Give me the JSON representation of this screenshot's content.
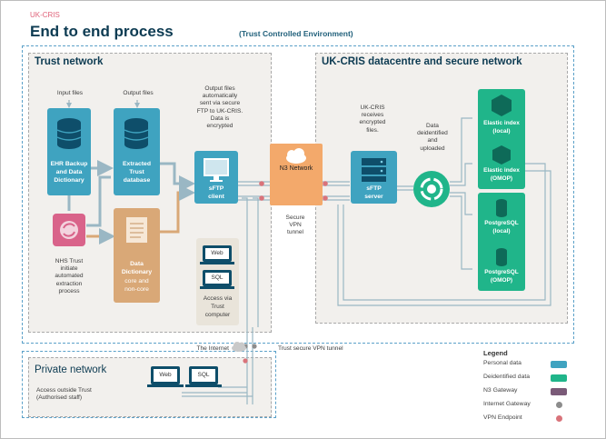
{
  "header": {
    "brand": "UK-CRIS",
    "title": "End to end process",
    "environment": "(Trust Controlled Environment)"
  },
  "sections": {
    "trust_network": "Trust network",
    "ukcris_network": "UK-CRIS datacentre and secure network",
    "private_network": "Private network"
  },
  "labels": {
    "input_files": "Input files",
    "output_files": "Output files",
    "output_files_sent": [
      "Output files",
      "automatically",
      "sent via secure",
      "FTP to UK-CRIS.",
      "Data is",
      "encrypted"
    ],
    "nhs_trust": [
      "NHS Trust",
      "initiate",
      "automated",
      "extraction",
      "process"
    ],
    "ukcris_receives": [
      "UK-CRIS",
      "receives",
      "encrypted",
      "files."
    ],
    "data_deidentified": [
      "Data",
      "deidentified",
      "and",
      "uploaded"
    ],
    "secure_vpn": [
      "Secure",
      "VPN",
      "tunnel"
    ],
    "the_internet": "The Internet",
    "trust_vpn_tunnel": "Trust secure VPN tunnel",
    "access_outside": [
      "Access outside Trust",
      "(Authorised staff)"
    ]
  },
  "boxes": {
    "ehr": [
      "EHR Backup",
      "and Data",
      "Dictionary"
    ],
    "extracted": [
      "Extracted",
      "Trust",
      "database"
    ],
    "sftp_client": [
      "sFTP",
      "client"
    ],
    "data_dictionary": [
      "Data",
      "Dictionary",
      "core and",
      "non-core"
    ],
    "access_trust": [
      "Access via",
      "Trust",
      "computer"
    ],
    "n3_network": "N3 Network",
    "sftp_server": [
      "sFTP",
      "server"
    ],
    "elastic_local": [
      "Elastic index",
      "(local)"
    ],
    "elastic_omop": [
      "Elastic index",
      "(OMOP)"
    ],
    "postgres_local": [
      "PostgreSQL",
      "(local)"
    ],
    "postgres_omop": [
      "PostgreSQL",
      "(OMOP)"
    ],
    "web": "Web",
    "sql": "SQL"
  },
  "legend": {
    "title": "Legend",
    "items": [
      {
        "label": "Personal data",
        "color": "#3fa3c0",
        "shape": "rect"
      },
      {
        "label": "Deidentified  data",
        "color": "#20b58a",
        "shape": "rect"
      },
      {
        "label": "N3 Gateway",
        "color": "#7a5a78",
        "shape": "rect"
      },
      {
        "label": "Internet Gateway",
        "color": "#8c8c8c",
        "shape": "dot"
      },
      {
        "label": "VPN Endpoint",
        "color": "#d9737a",
        "shape": "dot"
      }
    ]
  }
}
